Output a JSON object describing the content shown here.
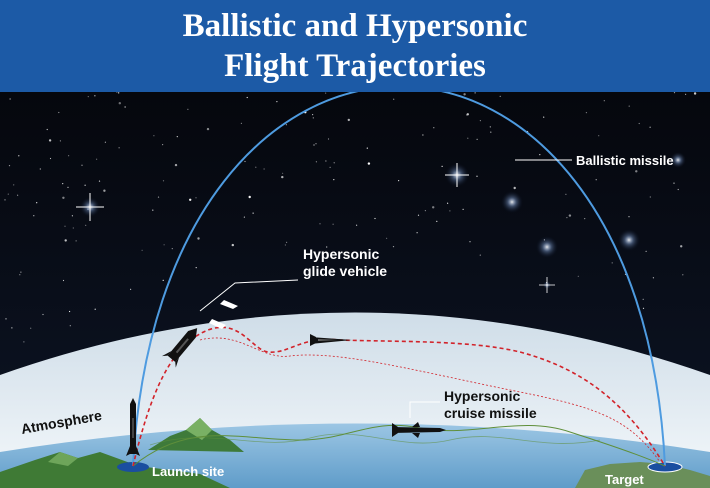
{
  "title": {
    "line1": "Ballistic and Hypersonic",
    "line2": "Flight Trajectories"
  },
  "labels": {
    "ballistic": "Ballistic missile",
    "glide_line1": "Hypersonic",
    "glide_line2": "glide vehicle",
    "cruise_line1": "Hypersonic",
    "cruise_line2": "cruise missile",
    "atmosphere": "Atmosphere",
    "launch": "Launch site",
    "target": "Target"
  },
  "colors": {
    "header_bg": "#1c5aa6",
    "ballistic_arc": "#4e9be0",
    "glide_path": "#d2232a",
    "cruise_path": "#5f8f3a",
    "atmosphere": "#dde8f0",
    "ocean": "#78aed4",
    "land": "#3f7a35"
  }
}
